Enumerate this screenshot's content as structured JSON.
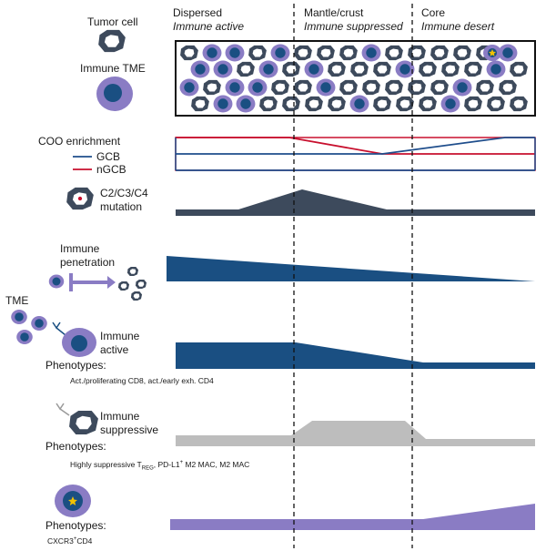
{
  "legend": {
    "tumor_cell": "Tumor cell",
    "immune_tme": "Immune TME"
  },
  "zones": [
    {
      "name": "Dispersed",
      "state": "Immune active"
    },
    {
      "name": "Mantle/crust",
      "state": "Immune suppressed"
    },
    {
      "name": "Core",
      "state": "Immune desert"
    }
  ],
  "coo": {
    "title": "COO enrichment",
    "gcb": "GCB",
    "ngcb": "nGCB",
    "gcb_color": "#1f4e8c",
    "ngcb_color": "#c8102e"
  },
  "mutation": {
    "line1": "C2/C3/C4",
    "line2": "mutation",
    "color": "#3d4a5c"
  },
  "penetration": {
    "line1": "Immune",
    "line2": "penetration",
    "color": "#1a4f82"
  },
  "tme_label": "TME",
  "active": {
    "line1": "Immune",
    "line2": "active",
    "phenotypes_label": "Phenotypes:",
    "phenotypes": "Act./proliferating CD8, act./early exh. CD4",
    "color": "#1a4f82"
  },
  "suppressive": {
    "line1": "Immune",
    "line2": "suppressive",
    "phenotypes_label": "Phenotypes:",
    "phen_a": "Highly suppressive T",
    "phen_sub": "REG",
    "phen_b": ", PD-L1",
    "phen_sup": "+",
    "phen_c": " M2 MAC, M2 MAC",
    "color": "#bdbdbd"
  },
  "cxcr3": {
    "phenotypes_label": "Phenotypes:",
    "phen_a": "CXCR3",
    "phen_sup": "+",
    "phen_b": "CD4",
    "color": "#8a7cc4"
  },
  "colors": {
    "tumor": "#3d4a5c",
    "immune_outer": "#8a7cc4",
    "immune_inner": "#1a4f82",
    "star": "#f2c200"
  }
}
